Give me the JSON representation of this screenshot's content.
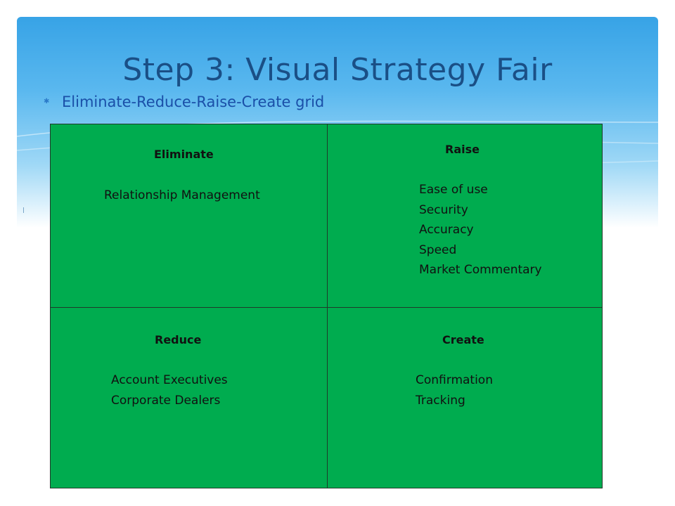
{
  "slide": {
    "title": "Step 3: Visual Strategy Fair",
    "subtitle": "Eliminate-Reduce-Raise-Create grid",
    "bullet_icon": "diamond-bullet-icon"
  },
  "grid": {
    "eliminate": {
      "heading": "Eliminate",
      "items": [
        "Relationship Management"
      ]
    },
    "raise": {
      "heading": "Raise",
      "items": [
        "Ease of use",
        "Security",
        "Accuracy",
        "Speed",
        "Market Commentary"
      ]
    },
    "reduce": {
      "heading": "Reduce",
      "items": [
        "Account Executives",
        "Corporate Dealers"
      ]
    },
    "create": {
      "heading": "Create",
      "items": [
        "Confirmation",
        "Tracking"
      ]
    }
  },
  "colors": {
    "banner": "#37a3e6",
    "title": "#1a4f86",
    "grid_fill": "#00ac4f"
  }
}
